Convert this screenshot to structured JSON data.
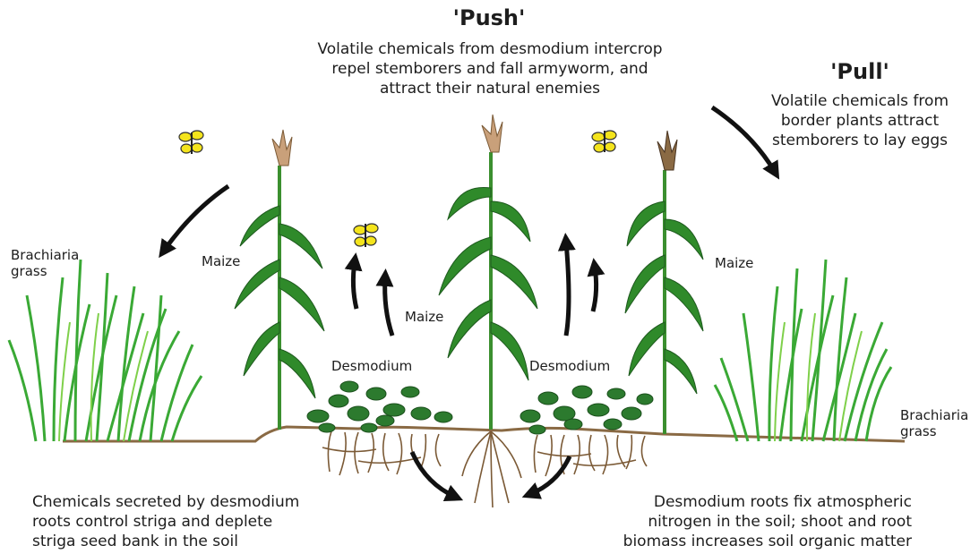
{
  "push": {
    "title": "'Push'",
    "lines": [
      "Volatile chemicals from desmodium intercrop",
      "repel stemborers and fall armyworm, and",
      "attract their natural enemies"
    ]
  },
  "pull": {
    "title": "'Pull'",
    "lines": [
      "Volatile chemicals from",
      "border plants attract",
      "stemborers to lay eggs"
    ]
  },
  "labels": {
    "brachiaria_left": [
      "Brachiaria",
      "grass"
    ],
    "brachiaria_right": [
      "Brachiaria",
      "grass"
    ],
    "maize_left": "Maize",
    "maize_center": "Maize",
    "maize_right": "Maize",
    "desmodium_left": "Desmodium",
    "desmodium_right": "Desmodium"
  },
  "notes": {
    "left": [
      "Chemicals secreted by desmodium",
      "roots control striga and deplete",
      "striga seed bank in the soil"
    ],
    "right": [
      "Desmodium roots fix atmospheric",
      "nitrogen in the soil; shoot and root",
      "biomass increases soil organic matter"
    ]
  },
  "colors": {
    "grass": "#3aa935",
    "leaf": "#2f8a2a",
    "desmodium": "#2c7a2e",
    "soil": "#8a6a44",
    "root": "#7b5a36",
    "moth": "#f4e41c",
    "arrow": "#111111"
  }
}
